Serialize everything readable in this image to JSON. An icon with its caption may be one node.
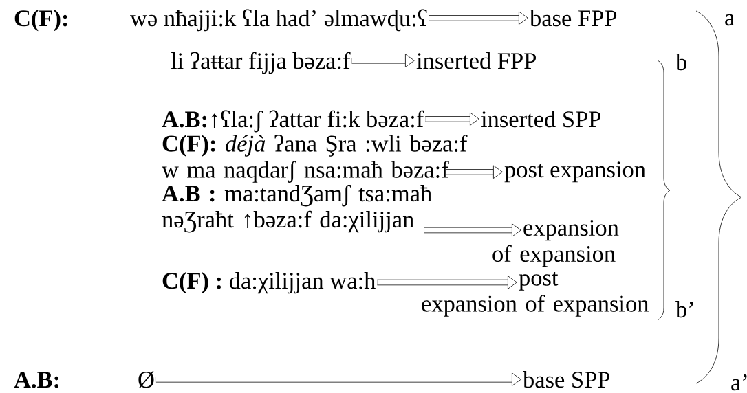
{
  "diagram": {
    "nodes": [
      {
        "text": [
          "wə nħajji:k ʕla had’ əlmawɖu:ʕ"
        ]
      },
      {
        "text": [
          "base FPP"
        ]
      },
      {
        "text": [
          "li ʔaŧŧar fijja bəza:f"
        ]
      },
      {
        "text": [
          "inserted FPP"
        ]
      },
      {
        "text": [
          "**A.B:**↑ʕla:ʃ ʔattar fi:k bəza:f"
        ]
      },
      {
        "text": [
          "inserted SPP"
        ]
      },
      {
        "text": [
          "**C(F):** *déjà* ʔana Şra :wli bəza:f w ma naqdarʃ nsa:maħ bəza:f"
        ]
      },
      {
        "text": [
          "post expansion"
        ]
      },
      {
        "text": [
          "**A.B :** ma:tandƷamʃ tsa:maħ nəƷraħt ↑bəza:f da:χilijjan"
        ]
      },
      {
        "text": [
          "expansion of expansion"
        ]
      },
      {
        "text": [
          "**C(F) :** da:χilijjan wa:h"
        ]
      },
      {
        "text": [
          "post expansion of expansion"
        ]
      },
      {
        "text": [
          "Ø"
        ]
      },
      {
        "text": [
          "base SPP"
        ]
      }
    ],
    "edges": [
      {
        "from": 0,
        "to": 1,
        "arrow": "to"
      },
      {
        "from": 2,
        "to": 3,
        "arrow": "to"
      },
      {
        "from": 4,
        "to": 5,
        "arrow": "to"
      },
      {
        "from": 6,
        "to": 7,
        "arrow": "to"
      },
      {
        "from": 8,
        "to": 9,
        "arrow": "to"
      },
      {
        "from": 10,
        "to": 11,
        "arrow": "to"
      },
      {
        "from": 12,
        "to": 13,
        "arrow": "to"
      }
    ],
    "labels": [
      "C(F):",
      "a",
      "b",
      "b’",
      "A.B:",
      "a’"
    ]
  }
}
